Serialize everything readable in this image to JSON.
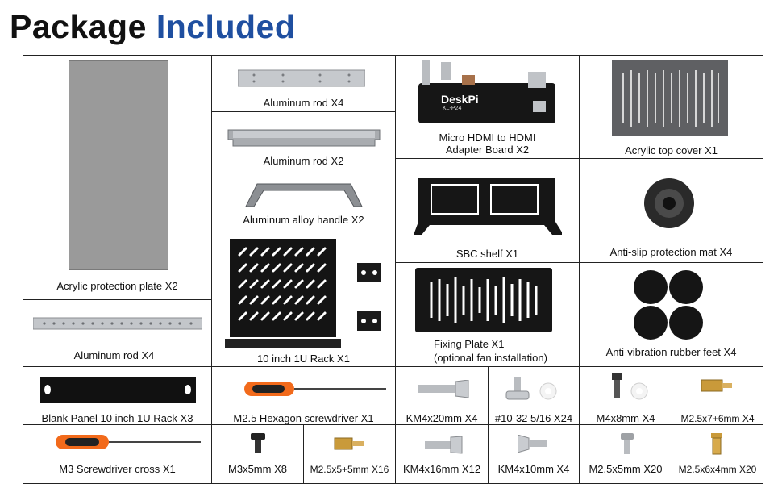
{
  "header": {
    "title_word1": "Package",
    "title_word2": "Included"
  },
  "colors": {
    "title_dark": "#111111",
    "title_blue": "#1f4fa0",
    "metal": "#b9bcc0",
    "black_part": "#1a1a1a",
    "handle_orange": "#f26a1b",
    "brass": "#c99a3a"
  },
  "items": {
    "acrylic_plate": "Acrylic protection plate X2",
    "rod_top": "Aluminum rod X4",
    "rod_mid": "Aluminum rod X2",
    "handle": "Aluminum alloy handle X2",
    "hdmi_line1": "Micro HDMI to HDMI",
    "hdmi_line2": "Adapter Board  X2",
    "top_cover": "Acrylic top cover X1",
    "sbc_shelf": "SBC shelf X1",
    "mat": "Anti-slip protection mat X4",
    "rack": "10 inch 1U Rack X1",
    "long_rod": "Aluminum rod X4",
    "fixing_line1": "Fixing Plate X1",
    "fixing_line2": "(optional fan installation)",
    "rubber_feet": "Anti-vibration rubber feet X4",
    "blank_panel": "Blank Panel 10 inch 1U Rack  X3",
    "hex_driver": "M2.5 Hexagon screwdriver  X1",
    "km4x20": "KM4x20mm X4",
    "s1032": "#10-32  5/16 X24",
    "m4x8": "M4x8mm X4",
    "m25x7": "M2.5x7+6mm X4",
    "m3_driver": "M3 Screwdriver cross  X1",
    "m3x5": "M3x5mm X8",
    "m25x5s": "M2.5x5+5mm X16",
    "km4x16": "KM4x16mm X12",
    "km4x10": "KM4x10mm X4",
    "m25x5": "M2.5x5mm X20",
    "m25x6x4": "M2.5x6x4mm X20"
  },
  "board": {
    "brand": "DeskPi",
    "model": "KL-P24"
  }
}
